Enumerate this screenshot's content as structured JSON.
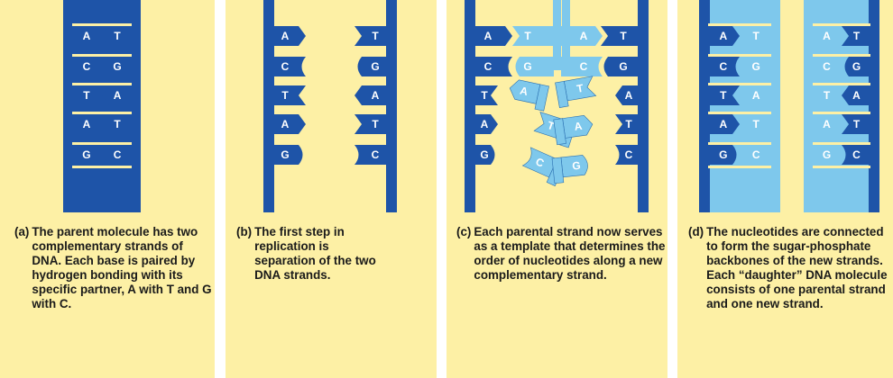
{
  "colors": {
    "panel_background": "#fdf0a5",
    "parental_strand": "#1e54a8",
    "new_strand": "#7ec8ec",
    "hydrogen_bond": "#fdf0a5",
    "base_text": "#ffffff"
  },
  "panels": [
    {
      "tag": "(a)",
      "caption": "The parent molecule has two complementary strands of DNA. Each base is paired by hydrogen bonding with its specific partner, A with T and G with C.",
      "pairs": [
        [
          "A",
          "T"
        ],
        [
          "C",
          "G"
        ],
        [
          "T",
          "A"
        ],
        [
          "A",
          "T"
        ],
        [
          "G",
          "C"
        ]
      ]
    },
    {
      "tag": "(b)",
      "caption": "The first step in replication is separation of the two DNA strands.",
      "left_bases": [
        "A",
        "C",
        "T",
        "A",
        "G"
      ],
      "right_bases": [
        "T",
        "G",
        "A",
        "T",
        "C"
      ]
    },
    {
      "tag": "(c)",
      "caption": "Each parental strand now serves as a template that determines the order of nucleotides along a new complementary strand.",
      "left_pairs": [
        [
          "A",
          "T"
        ],
        [
          "C",
          "G"
        ],
        [
          "T",
          "A"
        ],
        [
          "A",
          "T"
        ],
        [
          "G",
          "C"
        ]
      ],
      "right_pairs": [
        [
          "A",
          "T"
        ],
        [
          "C",
          "G"
        ],
        [
          "T",
          "A"
        ],
        [
          "A",
          "T"
        ],
        [
          "G",
          "C"
        ]
      ]
    },
    {
      "tag": "(d)",
      "caption": "The nucleotides are connected to form the sugar-phosphate backbones of the new strands. Each “daughter” DNA molecule consists of one parental strand and one new strand.",
      "left_pairs": [
        [
          "A",
          "T"
        ],
        [
          "C",
          "G"
        ],
        [
          "T",
          "A"
        ],
        [
          "A",
          "T"
        ],
        [
          "G",
          "C"
        ]
      ],
      "right_pairs": [
        [
          "A",
          "T"
        ],
        [
          "C",
          "G"
        ],
        [
          "T",
          "A"
        ],
        [
          "A",
          "T"
        ],
        [
          "G",
          "C"
        ]
      ]
    }
  ]
}
